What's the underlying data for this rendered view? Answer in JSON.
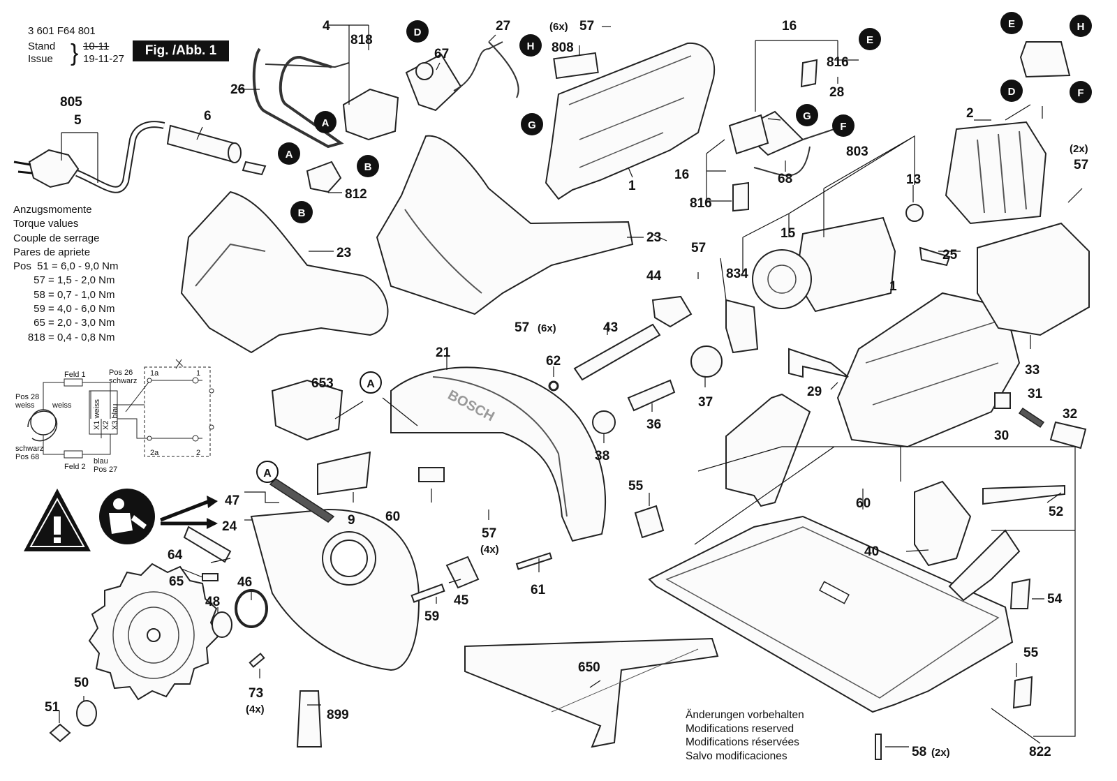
{
  "header": {
    "doc_number": "3 601 F64 801",
    "stand_label": "Stand",
    "stand_value": "10-11",
    "issue_label": "Issue",
    "issue_value": "19-11-27",
    "figure": "Fig. /Abb. 1"
  },
  "torque": {
    "title_lines": [
      "Anzugsmomente",
      "Torque values",
      "Couple de serrage",
      "Pares de apriete"
    ],
    "rows": [
      "Pos  51 = 6,0 - 9,0 Nm",
      "       57 = 1,5 - 2,0 Nm",
      "       58 = 0,7 - 1,0 Nm",
      "       59 = 4,0 - 6,0 Nm",
      "       65 = 2,0 - 3,0 Nm",
      "     818 = 0,4 - 0,8 Nm"
    ]
  },
  "wiring": {
    "feld1": "Feld 1",
    "feld2": "Feld 2",
    "pos26": "Pos 26",
    "schwarz_top": "schwarz",
    "pos28": "Pos 28",
    "weiss_left": "weiss",
    "weiss": "weiss",
    "schwarz_bottom": "schwarz",
    "pos68": "Pos 68",
    "blau": "blau",
    "pos27": "Pos 27",
    "x1": "X1 weiss",
    "x2": "X2",
    "x3": "X3 blau",
    "t1a": "1a",
    "t1": "1",
    "t2a": "2a",
    "t2": "2"
  },
  "connectors": [
    "A",
    "B",
    "D",
    "E",
    "F",
    "G",
    "H"
  ],
  "labels": {
    "p1a": "1",
    "p1b": "1",
    "p2": "2",
    "p4": "4",
    "p5": "5",
    "p6": "6",
    "p9": "9",
    "p13": "13",
    "p15": "15",
    "p16a": "16",
    "p16b": "16",
    "p21": "21",
    "p23a": "23",
    "p23b": "23",
    "p24": "24",
    "p25": "25",
    "p26": "26",
    "p27": "27",
    "p28": "28",
    "p29": "29",
    "p30": "30",
    "p31": "31",
    "p32": "32",
    "p33": "33",
    "p36": "36",
    "p37": "37",
    "p38": "38",
    "p40": "40",
    "p43": "43",
    "p44": "44",
    "p45": "45",
    "p46": "46",
    "p47": "47",
    "p48": "48",
    "p50": "50",
    "p51": "51",
    "p52": "52",
    "p54": "54",
    "p55a": "55",
    "p55b": "55",
    "p57a": "57",
    "p57b": "57",
    "p57c": "57",
    "p57d": "57",
    "p57e": "57",
    "p58": "58",
    "p59": "59",
    "p60a": "60",
    "p60b": "60",
    "p61": "61",
    "p62": "62",
    "p64": "64",
    "p65": "65",
    "p67": "67",
    "p68": "68",
    "p73": "73",
    "p650": "650",
    "p653": "653",
    "p803": "803",
    "p805": "805",
    "p808": "808",
    "p812": "812",
    "p816a": "816",
    "p816b": "816",
    "p818": "818",
    "p822": "822",
    "p834": "834",
    "p899": "899",
    "q6x_a": "(6x)",
    "q6x_b": "(6x)",
    "q2x_a": "(2x)",
    "q2x_b": "(2x)",
    "q4x_a": "(4x)",
    "q4x_b": "(4x)"
  },
  "brand_text": "BOSCH",
  "notes": [
    "Änderungen vorbehalten",
    "Modifications reserved",
    "Modifications réservées",
    "Salvo modificaciones"
  ]
}
